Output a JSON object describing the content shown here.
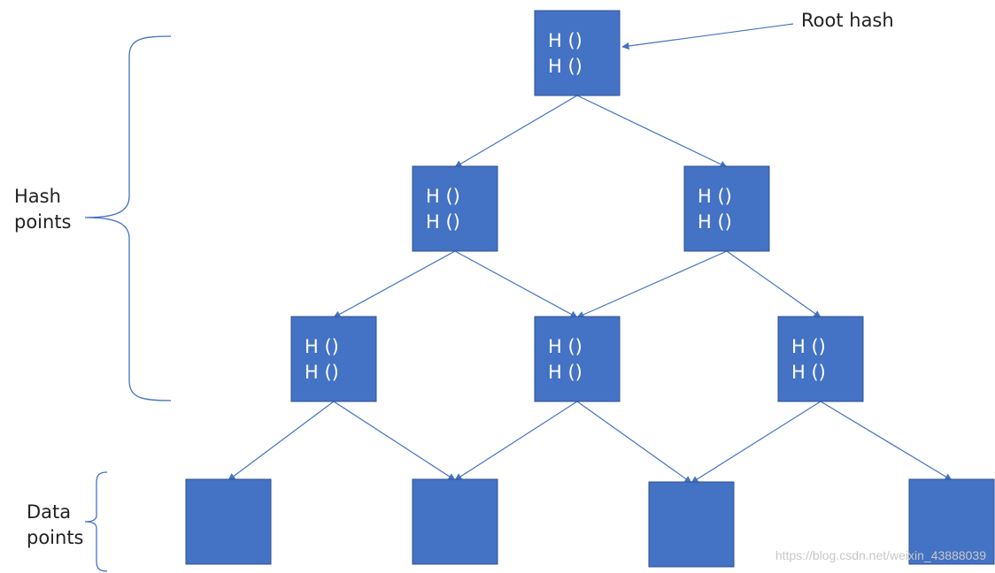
{
  "colors": {
    "node_fill": "#4472C4",
    "node_stroke": "#2F528F",
    "edge": "#4472C4",
    "brace": "#4472C4"
  },
  "root_label": "Root hash",
  "hash_label": [
    "Hash",
    "points"
  ],
  "data_label": [
    "Data",
    "points"
  ],
  "node_line": "H  ()",
  "nodes": [
    {
      "id": "root",
      "level": 0,
      "hash": true
    },
    {
      "id": "l1a",
      "level": 1,
      "hash": true
    },
    {
      "id": "l1b",
      "level": 1,
      "hash": true
    },
    {
      "id": "l2a",
      "level": 2,
      "hash": true
    },
    {
      "id": "l2b",
      "level": 2,
      "hash": true
    },
    {
      "id": "l2c",
      "level": 2,
      "hash": true
    },
    {
      "id": "d1",
      "level": 3,
      "hash": false
    },
    {
      "id": "d2",
      "level": 3,
      "hash": false
    },
    {
      "id": "d3",
      "level": 3,
      "hash": false
    },
    {
      "id": "d4",
      "level": 3,
      "hash": false
    }
  ],
  "edges": [
    [
      "root",
      "l1a"
    ],
    [
      "root",
      "l1b"
    ],
    [
      "l1a",
      "l2a"
    ],
    [
      "l1a",
      "l2b"
    ],
    [
      "l1b",
      "l2b"
    ],
    [
      "l1b",
      "l2c"
    ],
    [
      "l2a",
      "d1"
    ],
    [
      "l2a",
      "d2"
    ],
    [
      "l2b",
      "d2"
    ],
    [
      "l2b",
      "d3"
    ],
    [
      "l2c",
      "d3"
    ],
    [
      "l2c",
      "d4"
    ]
  ],
  "watermark": "https://blog.csdn.net/weixin_43888039"
}
